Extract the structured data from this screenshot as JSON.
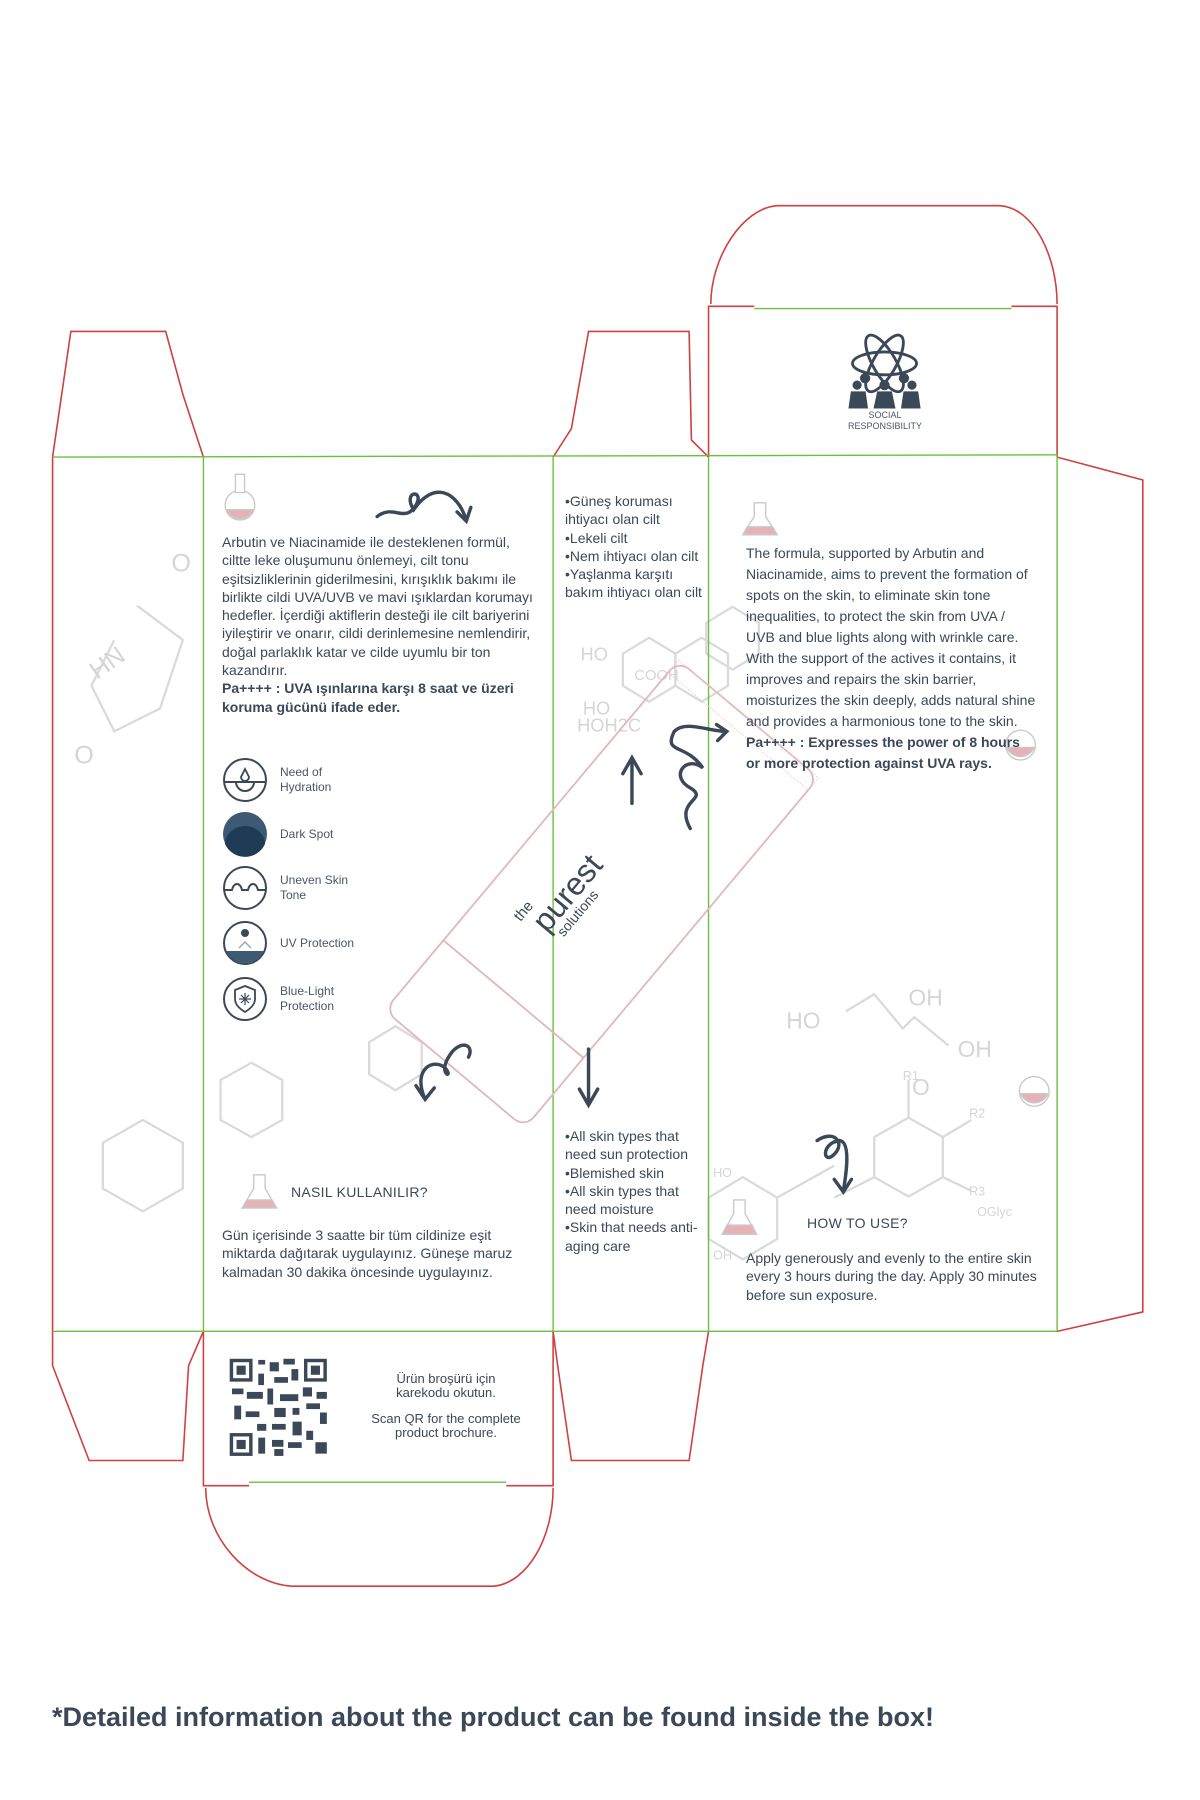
{
  "colors": {
    "text": "#3b4858",
    "cut_line": "#d04040",
    "fold_line": "#6cbf3a",
    "tube_outline": "#e2b8b8",
    "flask_fill": "#e7b1b8",
    "chem_bg": "#d9d9d9"
  },
  "left_panel": {
    "description_tr": "Arbutin ve Niacinamide ile desteklenen formül, ciltte leke oluşumunu önlemeyi, cilt tonu eşitsizliklerinin giderilmesini, kırışıklık bakımı ile birlikte cildi UVA/UVB ve mavi ışıklardan korumayı hedefler. İçerdiği aktiflerin desteği ile cilt bariyerini iyileştirir ve onarır, cildi derinlemesine nemlendirir, doğal parlaklık katar ve cilde uyumlu bir ton kazandırır.",
    "pa_tr": "Pa++++ : UVA ışınlarına karşı 8 saat ve üzeri koruma gücünü ifade eder.",
    "benefits": [
      {
        "icon": "hydration-drop-icon",
        "label": "Need of\nHydration"
      },
      {
        "icon": "dark-spot-icon",
        "label": "Dark Spot"
      },
      {
        "icon": "uneven-skin-tone-icon",
        "label": "Uneven Skin\nTone"
      },
      {
        "icon": "uv-protection-icon",
        "label": "UV Protection"
      },
      {
        "icon": "blue-light-shield-icon",
        "label": "Blue-Light\nProtection"
      }
    ],
    "how_to_title_tr": "NASIL KULLANILIR?",
    "how_to_tr": "Gün içerisinde 3 saatte bir tüm cildinize eşit miktarda dağıtarak uygulayınız. Güneşe maruz kalmadan 30 dakika öncesinde uygulayınız."
  },
  "middle_panel": {
    "skin_types_tr": [
      "•Güneş koruması ihtiyacı olan cilt",
      "•Lekeli cilt",
      "•Nem ihtiyacı olan cilt",
      "•Yaşlanma karşıtı bakım ihtiyacı olan cilt"
    ],
    "skin_types_en": [
      "•All skin types that need sun protection",
      "•Blemished skin",
      "•All skin types that need moisture",
      "•Skin that needs anti-aging care"
    ]
  },
  "brand": {
    "line1": "the",
    "line2": "purest",
    "line3": "solutions"
  },
  "right_panel": {
    "description_en": "The formula, supported by Arbutin and Niacinamide, aims to prevent the formation of spots on the skin, to eliminate skin tone inequalities, to protect the skin from UVA / UVB and blue lights along with wrinkle care. With the support of the actives it contains, it improves and repairs the skin barrier, moisturizes the skin deeply, adds natural shine and provides a harmonious tone to the skin.",
    "pa_en": "Pa++++ : Expresses the power of 8 hours or more protection against UVA rays.",
    "how_to_title_en": "HOW TO USE?",
    "how_to_en": "Apply generously and evenly to the entire skin every 3 hours during the day. Apply 30 minutes before sun exposure."
  },
  "top_lid": {
    "icon": "social-responsibility-icon",
    "label_line1": "SOCIAL",
    "label_line2": "RESPONSIBILITY"
  },
  "bottom_lid": {
    "qr_icon": "qr-code-icon",
    "qr_text_tr": "Ürün broşürü için karekodu okutun.",
    "qr_text_en": "Scan QR for the complete product brochure."
  },
  "chem_labels": [
    "HO",
    "HO",
    "HOH2C",
    "COOH",
    "OH",
    "HO",
    "OH",
    "O",
    "O",
    "HN",
    "O",
    "R1",
    "R2",
    "R3",
    "OGlyc",
    "OH",
    "HO"
  ],
  "footer": "*Detailed information about the product can be found inside the box!"
}
